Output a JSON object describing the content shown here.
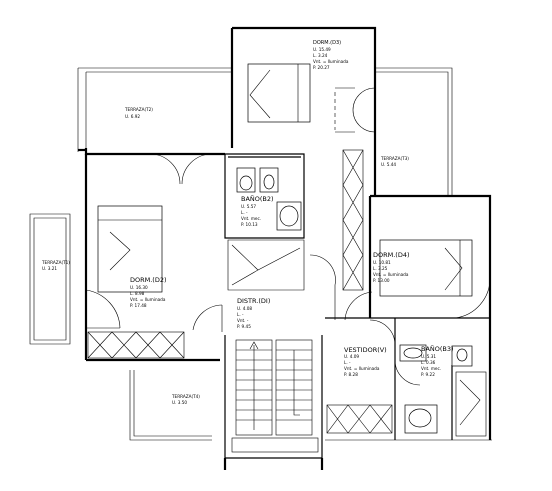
{
  "plan": {
    "rooms": [
      {
        "id": "dorm-d3",
        "lines": [
          "DORM.(D3)",
          "U. 15.49",
          "L. 3.24",
          "Vnt. = Iluminada",
          "P. 20.27"
        ]
      },
      {
        "id": "terraza-t2",
        "lines": [
          "TERRAZA(T2)",
          "U. 6.92"
        ]
      },
      {
        "id": "terraza-t3",
        "lines": [
          "TERRAZA(T3)",
          "U. 5.44"
        ]
      },
      {
        "id": "bano-b2",
        "lines": [
          "BAÑO(B2)",
          "U. 5.57",
          "L. -",
          "Vnt. mec.",
          "P. 10.13"
        ]
      },
      {
        "id": "dorm-d4",
        "lines": [
          "DORM.(D4)",
          "U. 10.81",
          "L. 3.25",
          "Vnt. = Iluminada",
          "P. 13.00"
        ]
      },
      {
        "id": "terraza-t1",
        "lines": [
          "TERRAZA(T1)",
          "U. 3.21"
        ]
      },
      {
        "id": "dorm-d2",
        "lines": [
          "DORM.(D2)",
          "U. 16.30",
          "L. 8.98",
          "Vnt. = Iluminada",
          "P. 17.48"
        ]
      },
      {
        "id": "distr-di",
        "lines": [
          "DISTR.(DI)",
          "U. 4.08",
          "L. -",
          "Vnt. -",
          "P. 9.45"
        ]
      },
      {
        "id": "vestidor-v",
        "lines": [
          "VESTIDOR(V)",
          "U. 4.09",
          "L. -",
          "Vnt. = Iluminada",
          "P. 8.28"
        ]
      },
      {
        "id": "bano-b3",
        "lines": [
          "BAÑO(B3)",
          "U. 5.31",
          "L. 0.36",
          "Vnt. mec.",
          "P. 9.22"
        ]
      },
      {
        "id": "terraza-t4",
        "lines": [
          "TERRAZA(T4)",
          "U. 3.50"
        ]
      }
    ]
  }
}
